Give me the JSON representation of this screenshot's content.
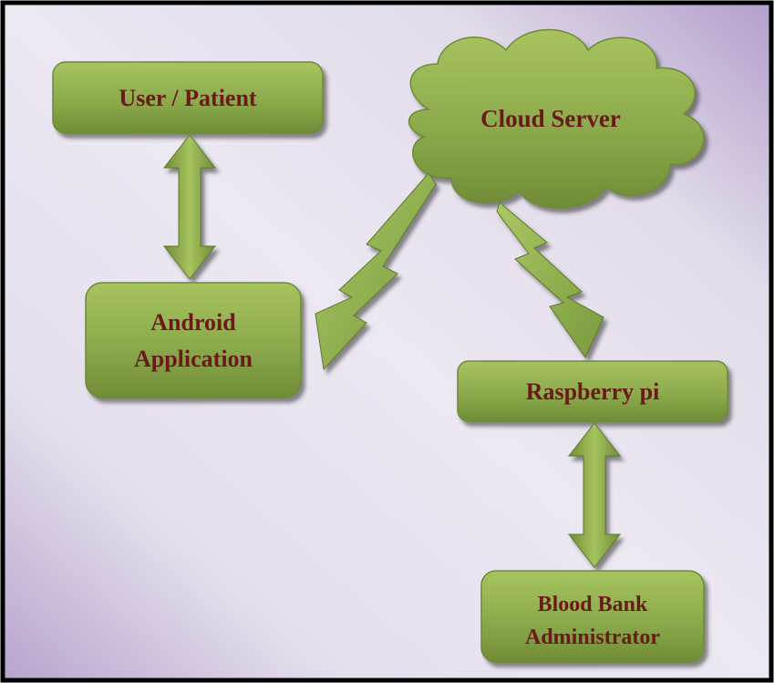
{
  "diagram": {
    "nodes": {
      "user_patient": {
        "label": "User / Patient"
      },
      "android_app": {
        "line1": "Android",
        "line2": "Application"
      },
      "cloud_server": {
        "label": "Cloud Server"
      },
      "raspberry_pi": {
        "label": "Raspberry pi"
      },
      "blood_bank_admin": {
        "line1": "Blood Bank",
        "line2": "Administrator"
      }
    },
    "colors": {
      "node_fill": "#88a84a",
      "node_fill_light": "#a3c15c",
      "node_shadow": "#4b5d22",
      "node_text": "#6b1a1a",
      "background_light": "#ece8f2",
      "background_purple": "#b9a7cf",
      "border": "#000000"
    }
  }
}
